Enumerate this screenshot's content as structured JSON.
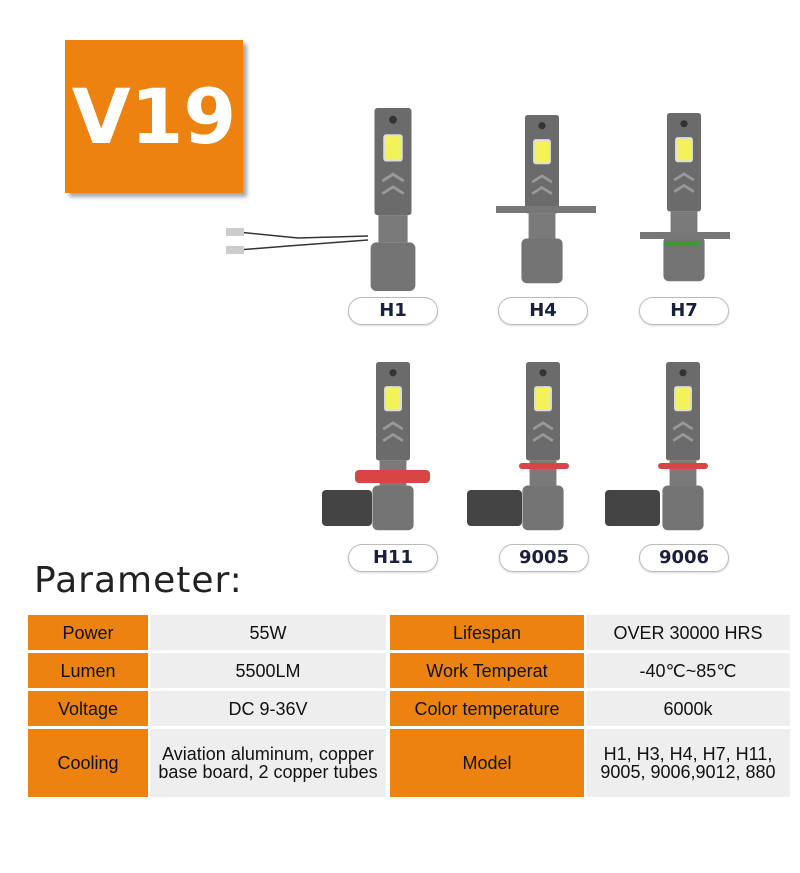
{
  "logo": "V19",
  "bulbs": [
    "H1",
    "H4",
    "H7",
    "H11",
    "9005",
    "9006"
  ],
  "section_title": "Parameter:",
  "table": [
    {
      "label": "Power",
      "value": "55W",
      "label2": "Lifespan",
      "value2": "OVER 30000 HRS"
    },
    {
      "label": "Lumen",
      "value": "5500LM",
      "label2": "Work Temperat",
      "value2": "-40℃~85℃"
    },
    {
      "label": "Voltage",
      "value": "DC 9-36V",
      "label2": "Color temperature",
      "value2": "6000k"
    },
    {
      "label": "Cooling",
      "value": "Aviation aluminum, copper base board, 2 copper tubes",
      "label2": "Model",
      "value2": "H1, H3, H4, H7, H11, 9005, 9006,9012, 880"
    }
  ],
  "colors": {
    "accent": "#EC820F",
    "cell": "#eeeeee"
  }
}
